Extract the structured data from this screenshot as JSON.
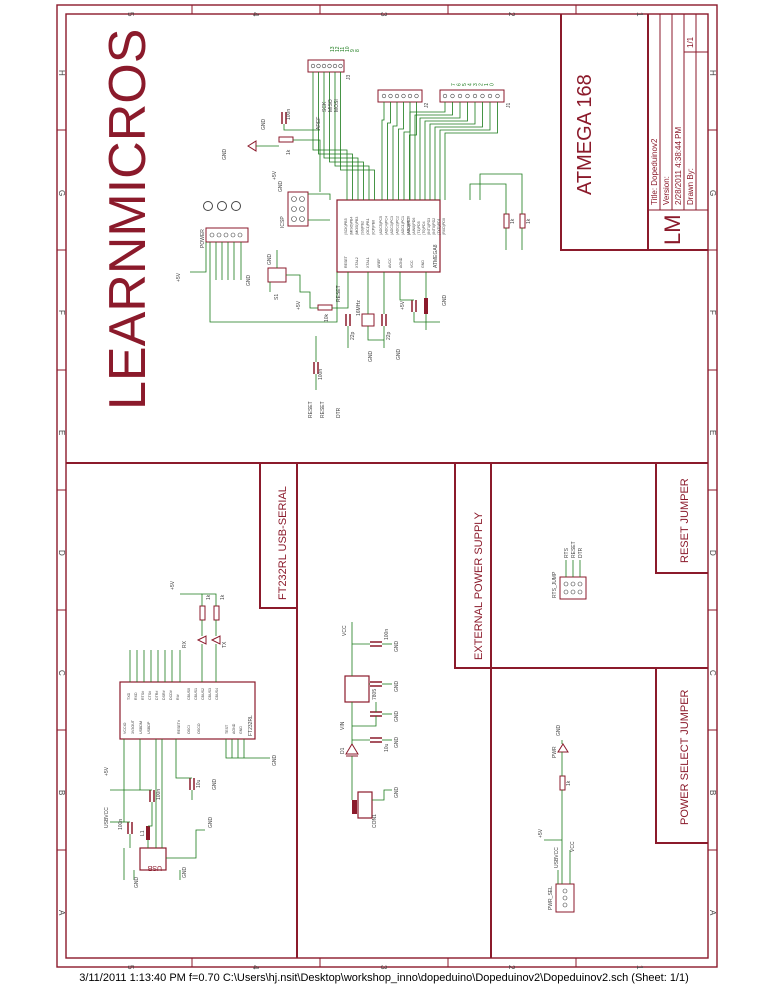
{
  "colors": {
    "frame": "#8b1a2b",
    "wire": "#1a7a1a",
    "part": "#8b1a2b",
    "label": "#444444",
    "pin_label": "#1a7a1a"
  },
  "border_numbers": [
    "5",
    "4",
    "3",
    "2",
    "1"
  ],
  "border_letters": [
    "H",
    "G",
    "F",
    "E",
    "D",
    "C",
    "B",
    "A"
  ],
  "brand_text": "LEARNMICROS",
  "title_block": {
    "main_title": "ATMEGA 168",
    "logo": "LM",
    "title_line": "Title: Dopeduinov2",
    "version_line": "Version:",
    "date_line": "2/28/2011  4:38:44 PM",
    "drawn_line": "Drawn By:",
    "sheet": "1/1"
  },
  "sections": {
    "usb_serial": "FT232RL USB-SERIAL",
    "ext_power": "EXTERNAL POWER SUPPLY",
    "reset_jumper": "RESET JUMPER",
    "power_select": "POWER SELECT JUMPER"
  },
  "parts": {
    "mcu_name": "ATMEGA8",
    "mcu_pins_left": [
      "(SCK)PB5",
      "(MISO)PB4",
      "(MOSI)PB3",
      "(SS)PB2",
      "(OC1)PB1",
      "(ICP)PB0"
    ],
    "mcu_pins_mid": [
      "(ADC5)PC5",
      "(ADC4)PC4",
      "(ADC3)PC3",
      "(ADC2)PC2",
      "(ADC1)PC1",
      "(ADC0)PC0"
    ],
    "mcu_pins_right": [
      "(AIN1)PD7",
      "(AIN0)PD6",
      "(T1)PD5",
      "(T0)PD4",
      "(INT1)PD3",
      "(INT0)PD2",
      "(TXD)PD1",
      "(RXD)PD0"
    ],
    "mcu_power": [
      "RESET",
      "XTAL2",
      "XTAL1",
      "AREF",
      "AVCC",
      "AGND",
      "VCC",
      "GND"
    ],
    "ft_pins": [
      "TXD",
      "RXD",
      "RTS#",
      "CTS#",
      "DTR#",
      "DSR#",
      "DCD#",
      "RI#",
      "VCCIO",
      "3V3OUT",
      "USBDM",
      "USBDP",
      "RESET#",
      "OSCI",
      "OSCO",
      "TEST",
      "AGND",
      "GND",
      "CBUS0",
      "CBUS1",
      "CBUS2",
      "CBUS3",
      "CBUS4"
    ],
    "ft_name": "FT232RL",
    "j1": "J1",
    "j2": "J2",
    "j3": "J3",
    "icsp": "ICSP",
    "power_hdr": "POWER",
    "usb": "USB",
    "reg": "7805",
    "con1": "CON1",
    "pwr_sel": "PWR_SEL",
    "rts_jump": "RTS_JUMP",
    "s1": "S1",
    "q1": "16MHz",
    "labels_gnd": "GND",
    "labels_5v": "+5V",
    "labels_vcc": "VCC",
    "labels_vin": "VIN",
    "labels_usbvcc": "USBVCC",
    "labels_reset": "RESET",
    "labels_rx": "RX",
    "labels_tx": "TX",
    "labels_pwr": "PWR",
    "labels_mosi": "MOSI",
    "labels_miso": "MISO",
    "labels_sck": "SCK",
    "labels_areft": "AREF",
    "labels_dtr": "DTR",
    "labels_rtx": "RTS",
    "labels_d13": "13",
    "res_1k": "1k",
    "res_10k": "10k",
    "cap_100n": "100n",
    "cap_22p": "22p",
    "cap_10u": "10u",
    "d1": "D1",
    "l1": "L1"
  },
  "pin_numbers_j3": [
    "13",
    "12",
    "11",
    "10",
    "9",
    "8"
  ],
  "pin_numbers_j1": [
    "7",
    "6",
    "5",
    "4",
    "3",
    "2",
    "1",
    "0"
  ],
  "footer": "3/11/2011 1:13:40 PM  f=0.70  C:\\Users\\hj.nsit\\Desktop\\workshop_inno\\dopeduino\\Dopeduinov2\\Dopeduinov2.sch (Sheet: 1/1)"
}
